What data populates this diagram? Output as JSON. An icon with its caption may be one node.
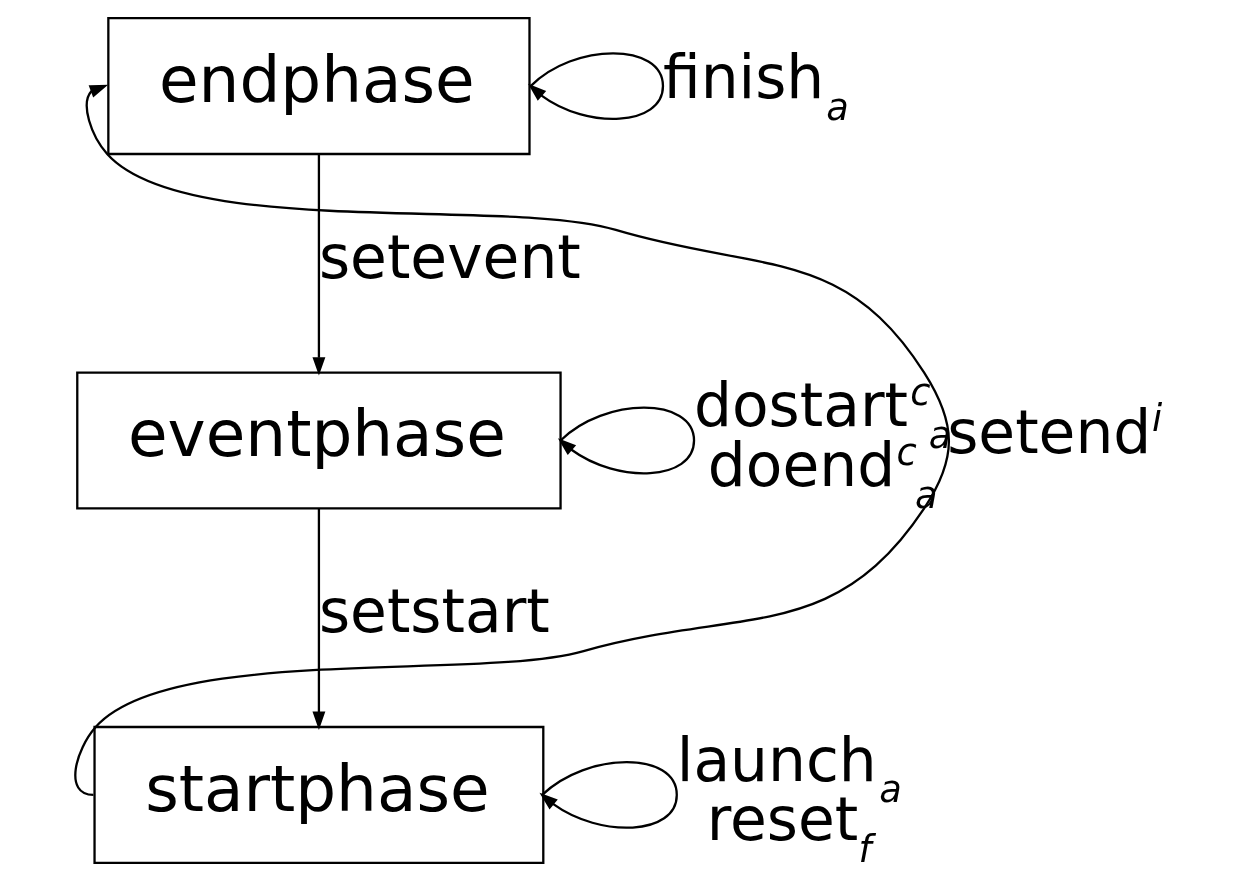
{
  "diagram": {
    "nodes": [
      {
        "text": [
          "endphase"
        ]
      },
      {
        "text": [
          "eventphase"
        ]
      },
      {
        "text": [
          "startphase"
        ]
      }
    ],
    "edges": [
      {
        "from": 0,
        "to": 0,
        "arrow": "to",
        "label": "finish$_{a}$"
      },
      {
        "from": 0,
        "to": 1,
        "arrow": "to",
        "label": "setevent"
      },
      {
        "from": 1,
        "to": 1,
        "arrow": "to",
        "label": "dostart$^{c}$$_{a}$ doend$^{c}$$_{a}$"
      },
      {
        "from": 1,
        "to": 2,
        "arrow": "to",
        "label": "setstart"
      },
      {
        "from": 2,
        "to": 2,
        "arrow": "to",
        "label": "launch$_{a}$ reset$_{f}$"
      },
      {
        "from": 2,
        "to": 0,
        "arrow": "to",
        "label": "setend$^{i}$"
      }
    ]
  }
}
